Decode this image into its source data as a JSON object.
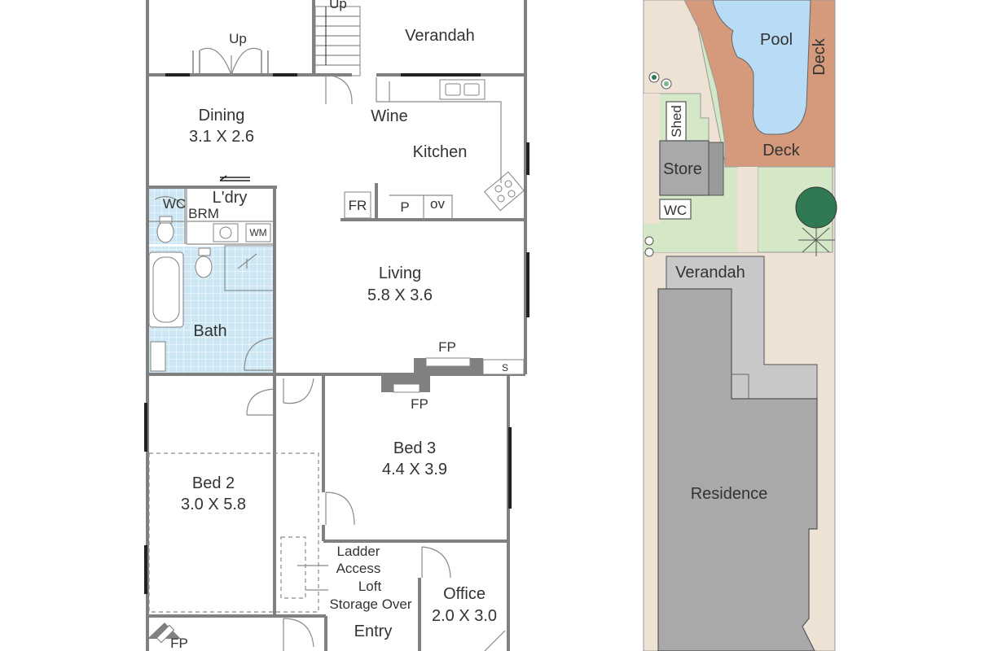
{
  "floor_plan": {
    "rooms": {
      "verandah_top": "Verandah",
      "stairs_up_1": "Up",
      "stairs_up_2": "Up",
      "dining": {
        "name": "Dining",
        "size": "3.1 X 2.6"
      },
      "wine": "Wine",
      "kitchen": "Kitchen",
      "laundry": "L'dry",
      "wc": "WC",
      "brm": "BRM",
      "fridge": "FR",
      "pantry": "P",
      "oven": "ov",
      "washing_machine": "WM",
      "living": {
        "name": "Living",
        "size": "5.8 X 3.6"
      },
      "fireplace_living": "FP",
      "shelf": "S",
      "bath": "Bath",
      "fireplace_bed3": "FP",
      "bed3": {
        "name": "Bed 3",
        "size": "4.4 X 3.9"
      },
      "bed2": {
        "name": "Bed 2",
        "size": "3.0 X 5.8"
      },
      "ladder_access": [
        "Ladder",
        "Access"
      ],
      "loft": [
        "Loft",
        "Storage Over"
      ],
      "office": {
        "name": "Office",
        "size": "2.0 X 3.0"
      },
      "entry": "Entry",
      "fireplace_bottom": "FP"
    }
  },
  "site_plan": {
    "labels": {
      "pool": "Pool",
      "deck_side": "Deck",
      "deck_bottom": "Deck",
      "shed": "Shed",
      "store": "Store",
      "wc": "WC",
      "verandah": "Verandah",
      "residence": "Residence"
    },
    "colors": {
      "lawn": "#d4e8c8",
      "deck": "#d59a7c",
      "pool": "#b8dcf5",
      "paving": "#ede2d3",
      "residence": "#a9a9a9",
      "verandah": "#c8c8c8",
      "store": "#a9a9a9",
      "tree": "#2f7a52"
    }
  }
}
